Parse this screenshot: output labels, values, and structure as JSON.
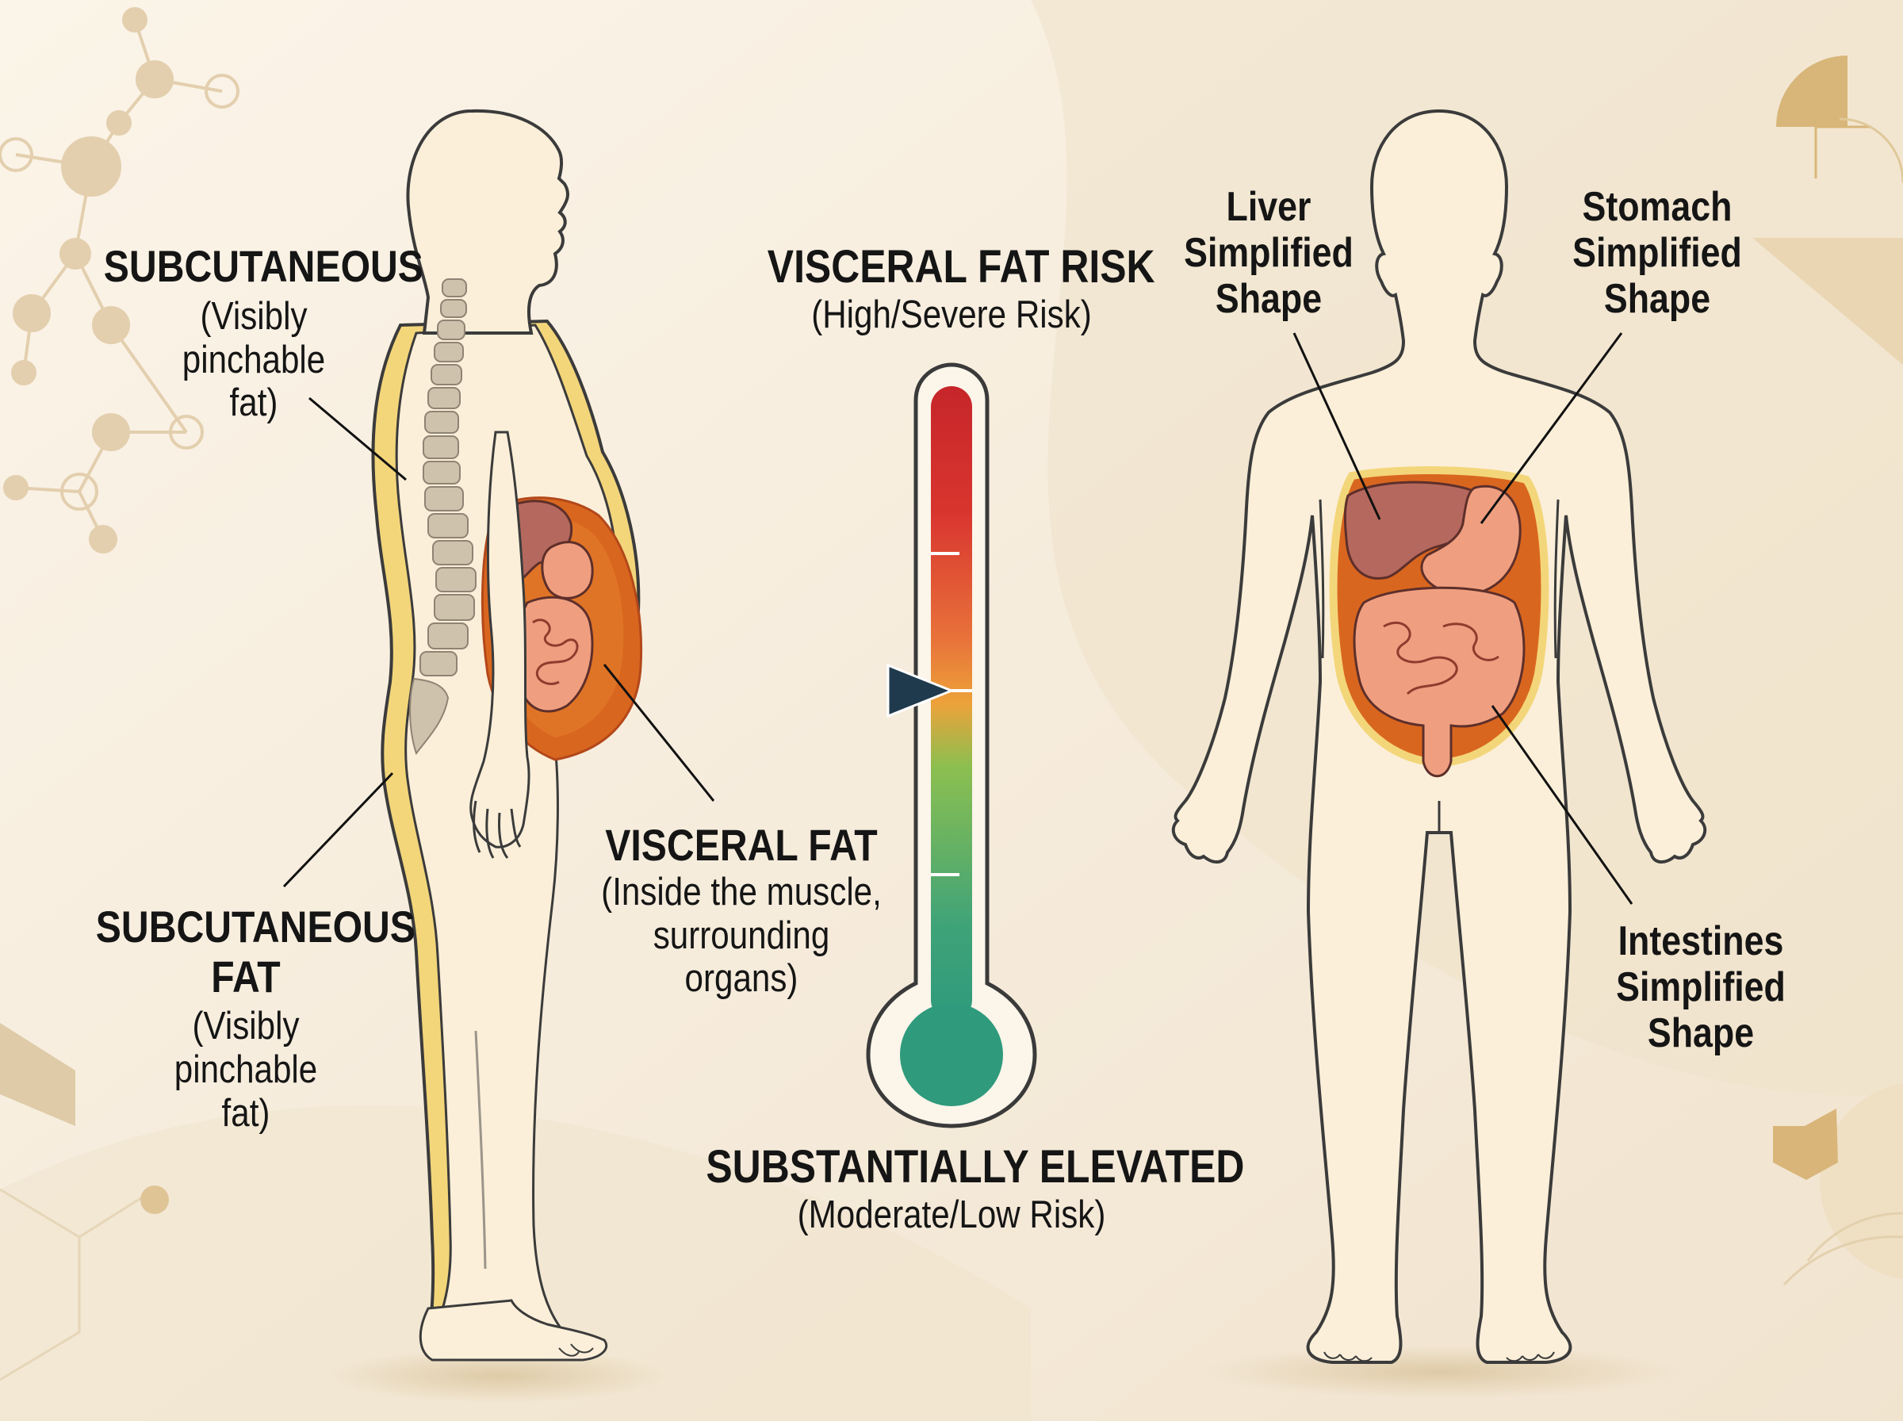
{
  "labels": {
    "subcutaneous_top": {
      "title": "SUBCUTANEOUS",
      "sub": "(Visibly pinchable fat)"
    },
    "subcutaneous_fat": {
      "title_line1": "SUBCUTANEOUS",
      "title_line2": "FAT",
      "sub": "(Visibly pinchable fat)"
    },
    "visceral_fat": {
      "title": "VISCERAL FAT",
      "sub_line1": "(Inside the muscle,",
      "sub_line2": "surrounding",
      "sub_line3": "organs)"
    },
    "risk_top": {
      "title": "VISCERAL FAT RISK",
      "sub": "(High/Severe Risk)"
    },
    "risk_bottom": {
      "title": "SUBSTANTIALLY ELEVATED",
      "sub": "(Moderate/Low Risk)"
    },
    "liver": {
      "line1": "Liver",
      "line2": "Simplified",
      "line3": "Shape"
    },
    "stomach": {
      "line1": "Stomach",
      "line2": "Simplified",
      "line3": "Shape"
    },
    "intestines": {
      "line1": "Intestines",
      "line2": "Simplified",
      "line3": "Shape"
    }
  },
  "thermometer": {
    "level_fraction": 0.52,
    "marker_color": "#1f3a4c",
    "gradient": [
      "#c6262a",
      "#e0563a",
      "#eda23a",
      "#7fba55",
      "#2f9a7c"
    ]
  },
  "colors": {
    "skin": "#fbefd9",
    "subcutaneous": "#f3d67a",
    "visceral": "#d9661f",
    "organ_dark": "#b5685e",
    "organ_light": "#ef9f80",
    "outline": "#3b3b3b",
    "accent_gold": "#d8b679"
  }
}
